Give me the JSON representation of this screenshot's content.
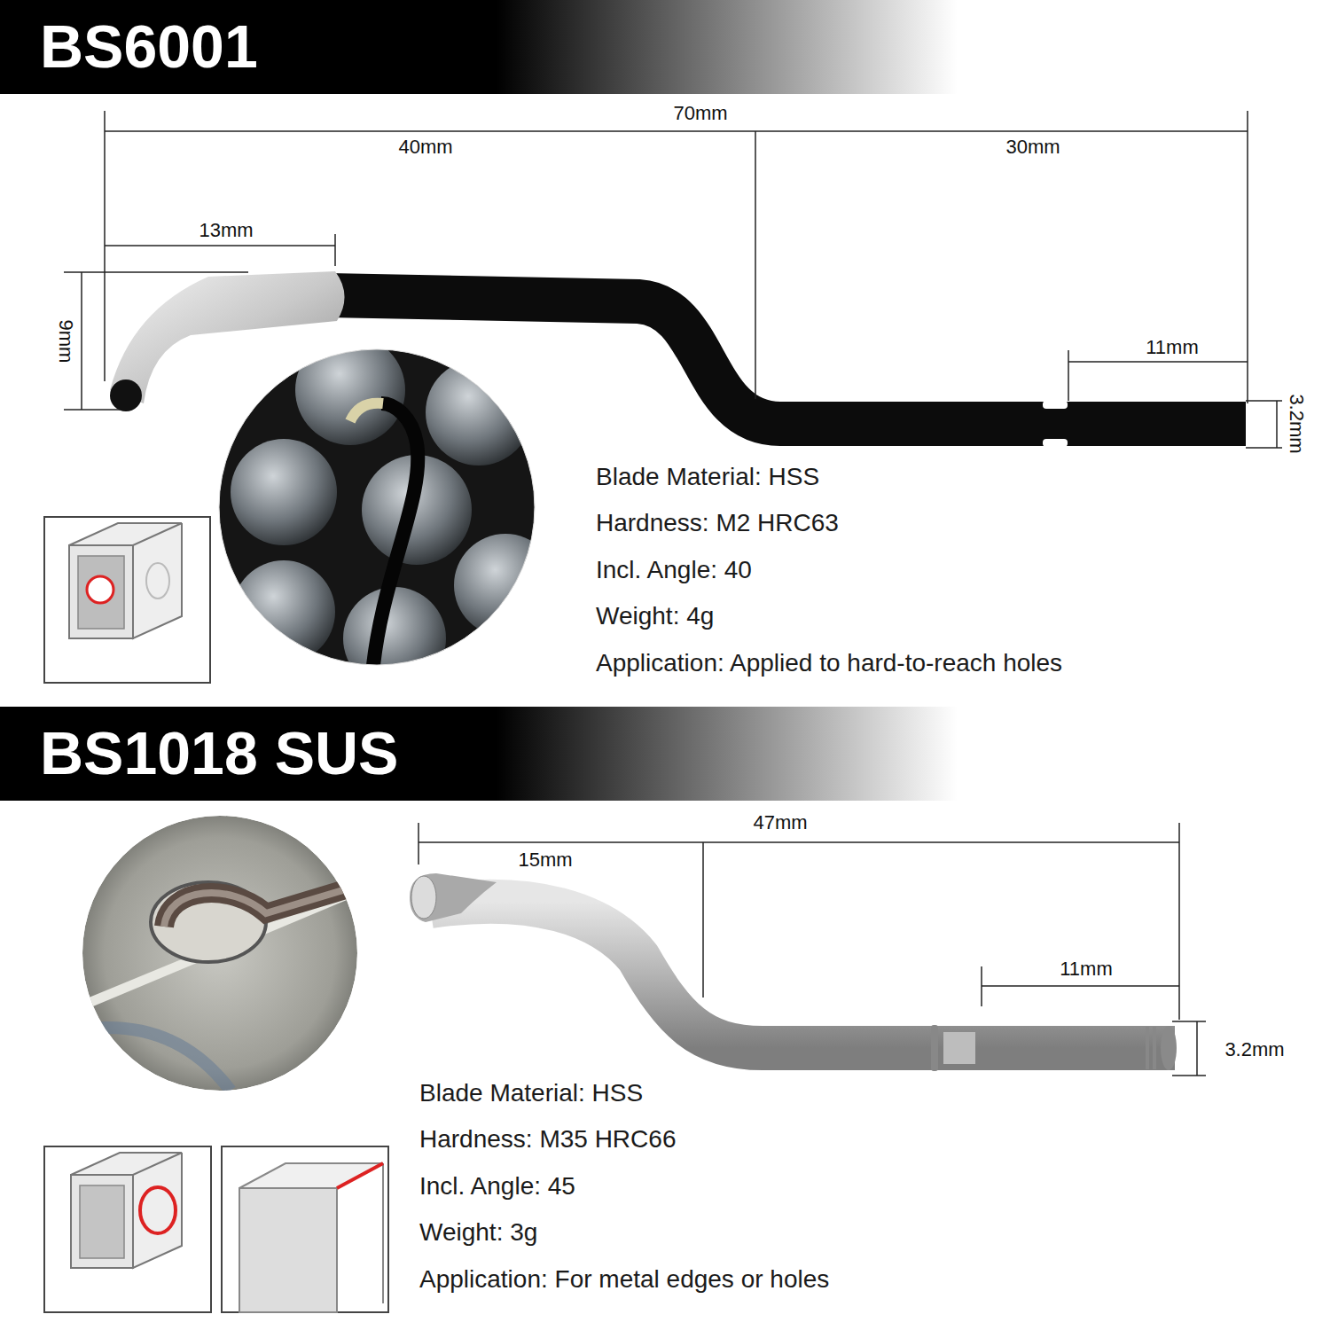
{
  "diagram": {
    "nodes": [
      {
        "text": [
          "BS6001"
        ]
      },
      {
        "text": [
          "BS1018 SUS"
        ]
      }
    ],
    "labels": [
      "70mm",
      "40mm",
      "30mm",
      "13mm",
      "9mm",
      "11mm",
      "3.2mm",
      "Blade Material: HSS",
      "Hardness: M2 HRC63",
      "Incl. Angle: 40",
      "Weight: 4g",
      "Application: Applied to hard-to-reach holes",
      "47mm",
      "15mm",
      "11mm",
      "3.2mm",
      "Blade Material: HSS",
      "Hardness: M35 HRC66",
      "Incl. Angle: 45",
      "Weight: 3g",
      "Application: For metal edges or holes"
    ]
  }
}
